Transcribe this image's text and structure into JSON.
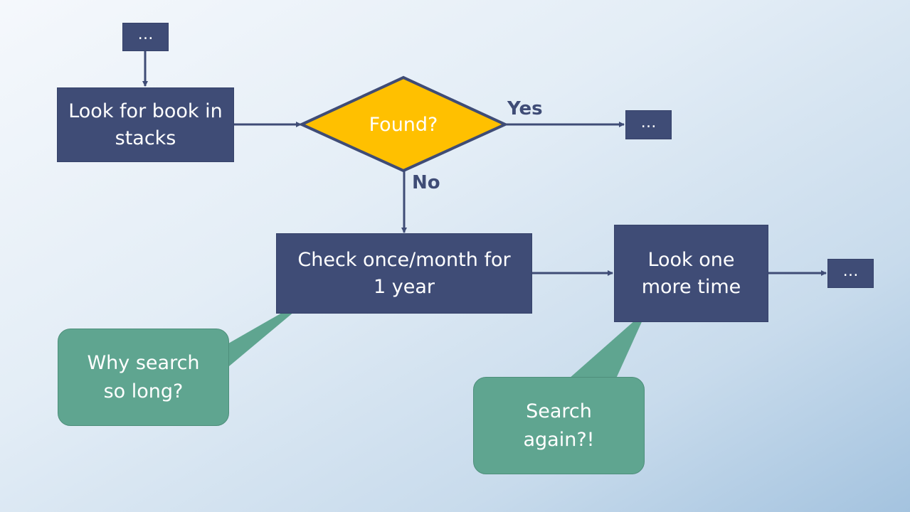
{
  "nodes": {
    "start_ellipsis": "…",
    "look_for_book": "Look for book in stacks",
    "decision": "Found?",
    "yes_ellipsis": "…",
    "check_monthly": "Check once/month for 1 year",
    "look_again": "Look one more time",
    "end_ellipsis": "…"
  },
  "edges": {
    "yes_label": "Yes",
    "no_label": "No"
  },
  "callouts": {
    "why_search": "Why search so long?",
    "search_again": "Search again?!"
  },
  "colors": {
    "box_fill": "#3f4c76",
    "decision_fill": "#ffc000",
    "callout_fill": "#5fa590",
    "connector": "#3f4c76",
    "text": "#ffffff"
  }
}
